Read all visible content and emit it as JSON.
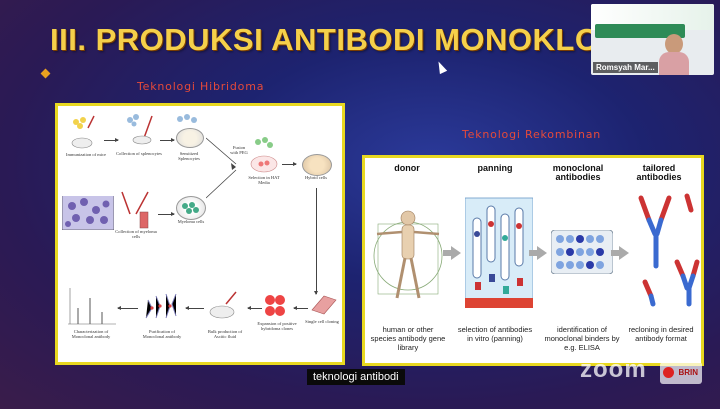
{
  "slide": {
    "title": "III. PRODUKSI ANTIBODI MONOKLONAL",
    "hibridoma_label": "Teknologi Hibridoma",
    "rekombinan_label": "Teknologi Rekombinan"
  },
  "hibridoma": {
    "steps": [
      "Immunization of mice",
      "Collection of splenocytes",
      "Sensitized Splenocytes",
      "Fusion with PEG",
      "Selection in HAT Media",
      "Hybrid cells",
      "Collection of myeloma cells",
      "Myeloma cells",
      "Characterization of Monoclonal antibody",
      "Purification of Monoclonal antibody",
      "Bulk production of Ascitic fluid",
      "Expansion of positive hybridoma clones",
      "Single cell cloning"
    ]
  },
  "rekombinan": {
    "columns": [
      {
        "head": "donor",
        "caption": "human or other species antibody gene library"
      },
      {
        "head": "panning",
        "caption": "selection of antibodies in vitro (panning)"
      },
      {
        "head": "monoclonal antibodies",
        "caption": "identification of monoclonal binders by e.g. ELISA"
      },
      {
        "head": "tailored antibodies",
        "caption": "recloning in desired antibody format"
      }
    ]
  },
  "meeting": {
    "subtitle": "teknologi antibodi",
    "participant_name": "Romsyah Mar...",
    "watermark": "zoom",
    "brin_logo": "BRIN"
  },
  "colors": {
    "title": "#f5d04a",
    "section_label": "#e64a3a",
    "panel_border": "#e8d820"
  }
}
